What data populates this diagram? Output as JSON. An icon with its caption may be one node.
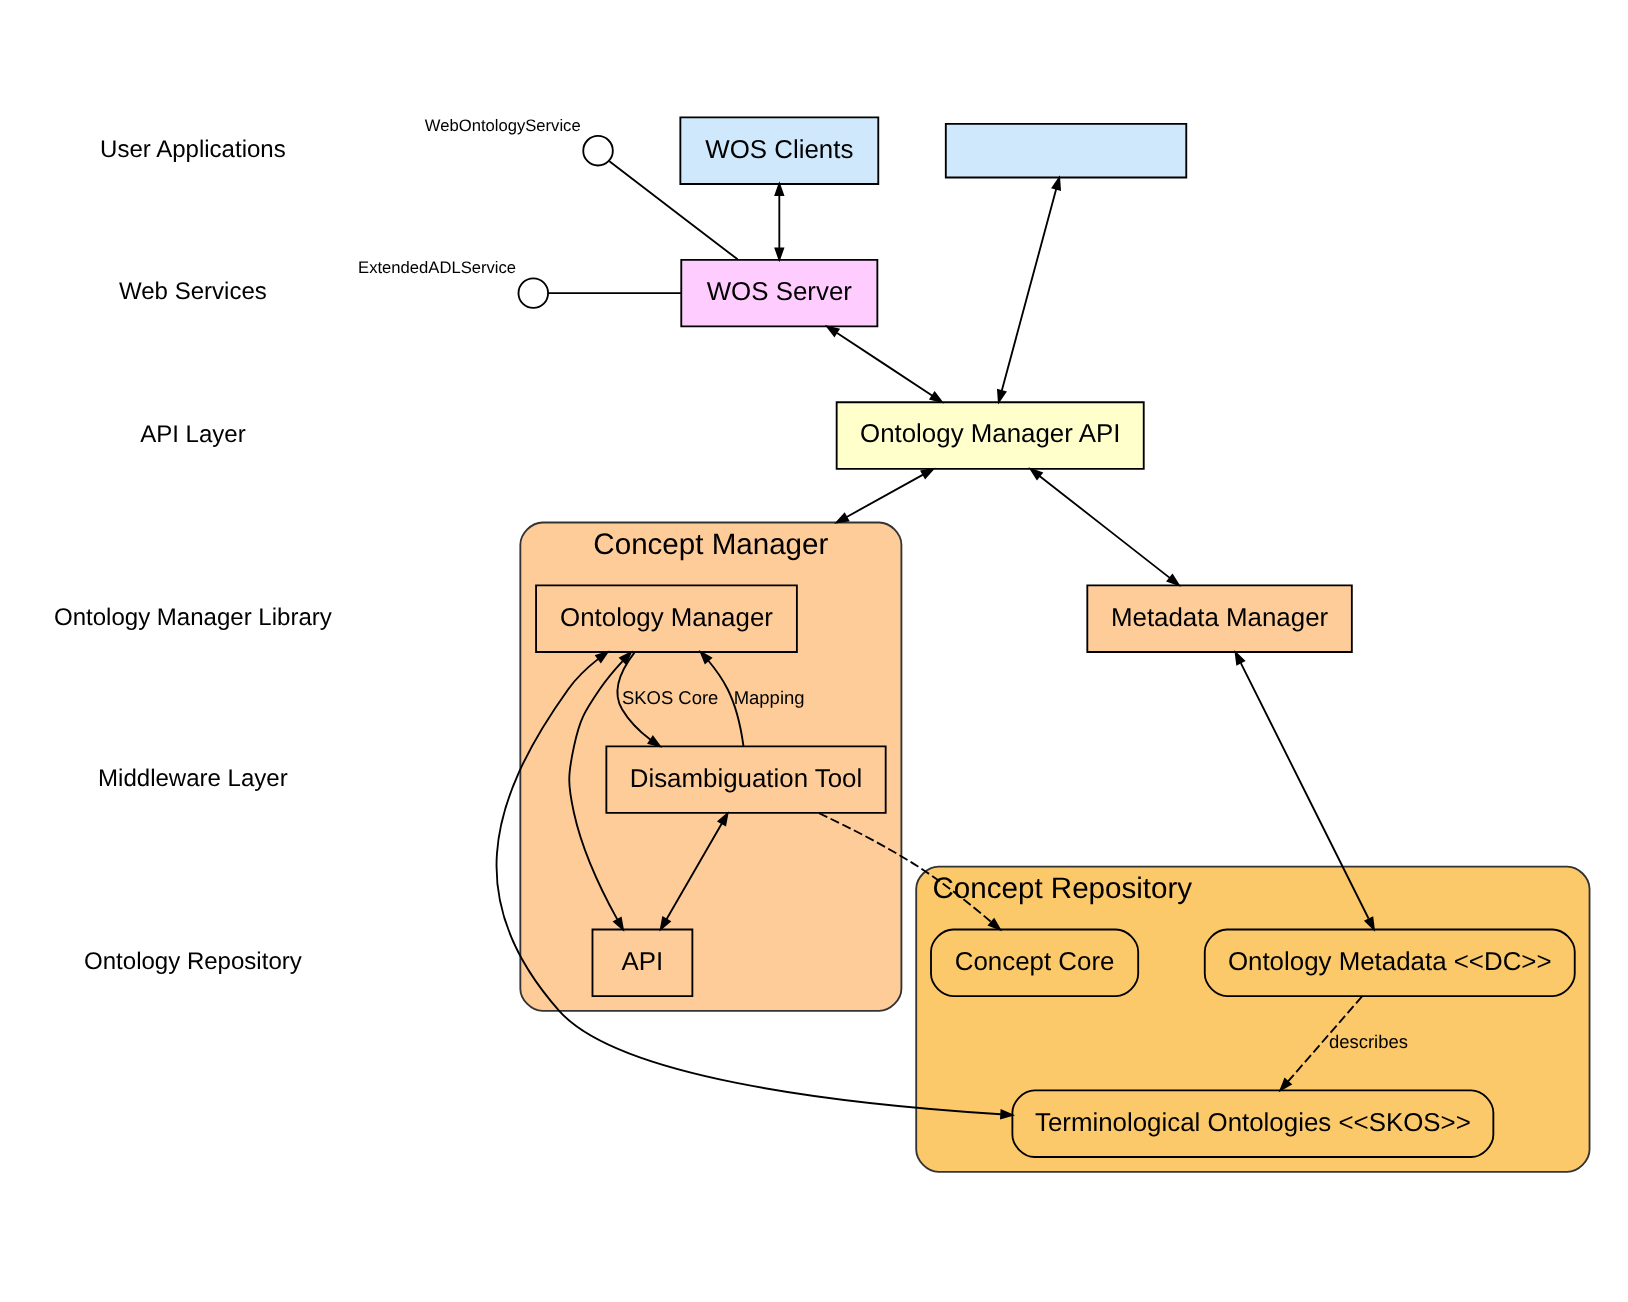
{
  "diagram": {
    "nodes": [
      {
        "text": [],
        "shape": "box"
      },
      {
        "text": [
          "WOS Clients"
        ]
      },
      {
        "text": [],
        "shape": "circle",
        "beside": [
          "WebOntologyService"
        ]
      },
      {
        "text": [],
        "shape": "circle",
        "beside": [
          "ExtendedADLService"
        ]
      },
      {
        "text": [
          "WOS Server"
        ]
      },
      {
        "text": [
          "Ontology Manager API"
        ]
      },
      {
        "text": [
          "Concept Manager"
        ]
      },
      {
        "text": [
          "Ontology Manager"
        ],
        "in": 6
      },
      {
        "text": [
          "Disambiguation Tool"
        ],
        "in": 6
      },
      {
        "text": [
          "API"
        ],
        "in": 6
      },
      {
        "text": [
          "Metadata Manager"
        ]
      },
      {
        "text": [
          "Concept Repository"
        ]
      },
      {
        "text": [
          "Ontology Metadata <<DC>>"
        ],
        "in": 11
      },
      {
        "text": [
          "Terminological Ontologies <<SKOS>>"
        ],
        "in": 11
      },
      {
        "text": [
          "Concept Core"
        ],
        "in": 11
      }
    ],
    "edges": [
      {
        "from": 0,
        "to": 5,
        "arrow": "both"
      },
      {
        "from": 1,
        "to": 4,
        "arrow": "both"
      },
      {
        "from": 2,
        "to": 4,
        "arrow": "none"
      },
      {
        "from": 3,
        "to": 4,
        "arrow": "none"
      },
      {
        "from": 4,
        "to": 5,
        "arrow": "both"
      },
      {
        "from": 5,
        "to": 10,
        "arrow": "both"
      },
      {
        "from": 5,
        "to": 6,
        "arrow": "both"
      },
      {
        "from": 7,
        "to": 8,
        "arrow": "to",
        "label": "SKOS Core"
      },
      {
        "from": 8,
        "to": 7,
        "arrow": "to",
        "label": "Mapping"
      },
      {
        "from": 7,
        "to": 9,
        "arrow": "both"
      },
      {
        "from": 8,
        "to": 9,
        "arrow": "both"
      },
      {
        "from": 10,
        "to": 12,
        "arrow": "both"
      },
      {
        "from": 7,
        "to": 13,
        "arrow": "both"
      },
      {
        "from": 8,
        "to": 14,
        "arrow": "to",
        "style": "dashed"
      },
      {
        "from": 12,
        "to": 13,
        "arrow": "to",
        "style": "dashed",
        "label": "describes"
      }
    ],
    "labels": [
      "User Applications",
      "Web Services",
      "API Layer",
      "Ontology Manager Library",
      "Middleware Layer",
      "Ontology Repository"
    ]
  }
}
